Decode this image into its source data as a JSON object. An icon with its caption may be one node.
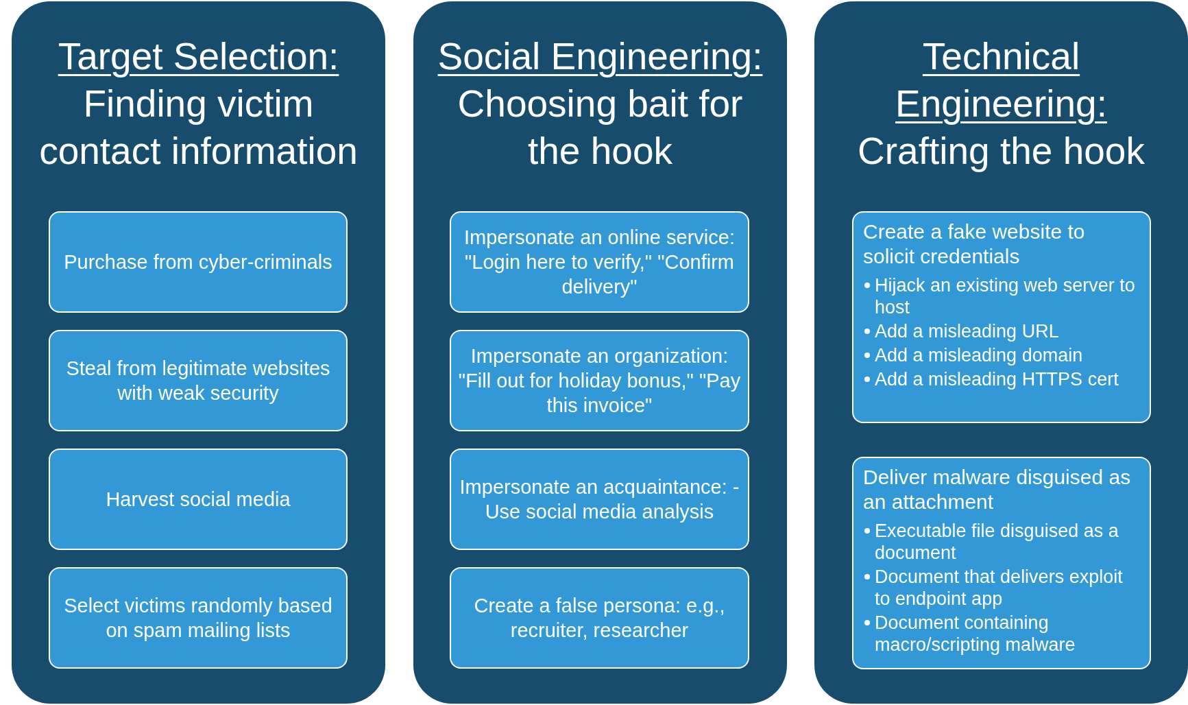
{
  "diagram": {
    "nodes": [
      {
        "text": [
          "Target Selection:",
          "Finding victim contact information"
        ]
      },
      {
        "text": [
          "Purchase from cyber-criminals"
        ],
        "in": 0
      },
      {
        "text": [
          "Steal from legitimate websites with weak security"
        ],
        "in": 0
      },
      {
        "text": [
          "Harvest social media"
        ],
        "in": 0
      },
      {
        "text": [
          "Select victims randomly based on spam mailing lists"
        ],
        "in": 0
      },
      {
        "text": [
          "Social Engineering:",
          "Choosing bait for the hook"
        ]
      },
      {
        "text": [
          "Impersonate an online service: \"Login here to verify,\" \"Confirm delivery\""
        ],
        "in": 5
      },
      {
        "text": [
          "Impersonate an organization: \"Fill out for holiday bonus,\" \"Pay this invoice\""
        ],
        "in": 5
      },
      {
        "text": [
          "Impersonate an acquaintance: - Use social media analysis"
        ],
        "in": 5
      },
      {
        "text": [
          "Create a false persona: e.g., recruiter, researcher"
        ],
        "in": 5
      },
      {
        "text": [
          "Technical Engineering:",
          "Crafting the hook"
        ]
      },
      {
        "text": [
          "Create a fake website to solicit credentials",
          "Hijack an existing web server to host",
          "Add a misleading URL",
          "Add a misleading domain",
          "Add a misleading HTTPS cert"
        ],
        "in": 10
      },
      {
        "text": [
          "Deliver malware disguised as an attachment",
          "Executable file disguised as a document",
          "Document that delivers exploit to endpoint app",
          "Document containing macro/scripting malware"
        ],
        "in": 10
      }
    ]
  }
}
